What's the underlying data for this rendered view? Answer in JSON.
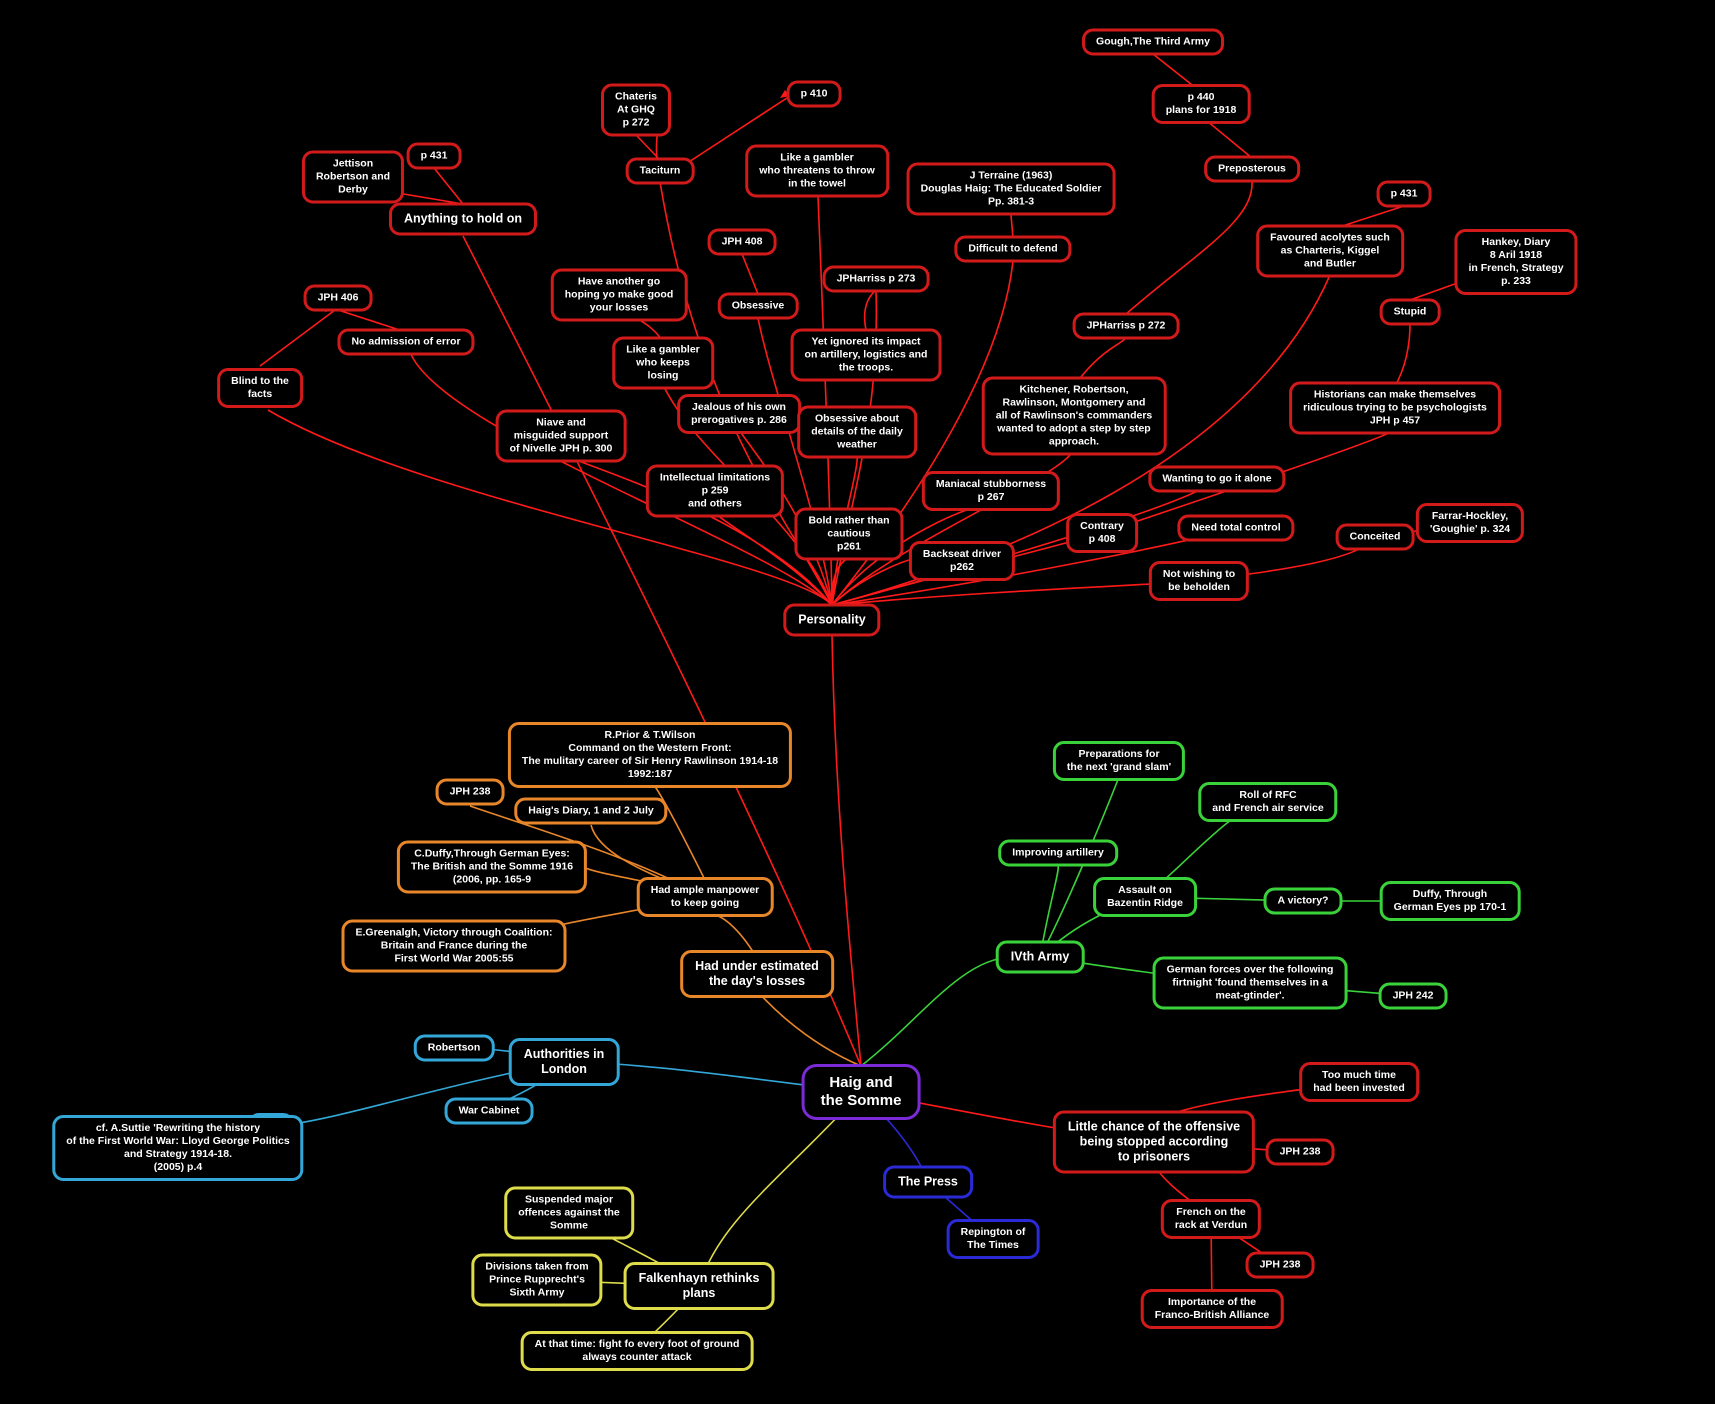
{
  "colors": {
    "red": "#d21a1a",
    "link_red": "#ff1a1a",
    "orange": "#e8862a",
    "green": "#3ad23a",
    "cyan": "#33a8d8",
    "yellow": "#dedc4a",
    "blue": "#2a2ad6",
    "purple": "#7a2ad6"
  },
  "nodes": {
    "root": "Haig and\nthe Somme",
    "personality": "Personality",
    "anything_hold": "Anything to hold on",
    "jettison": "Jettison\nRobertson and\nDerby",
    "p431_a": "p 431",
    "blind": "Blind to the\nfacts",
    "jph406": "JPH 406",
    "no_admission": "No admission of error",
    "chateris": "Chateris\nAt GHQ\np 272",
    "taciturn": "Taciturn",
    "p410": "p 410",
    "gambler_towel": "Like a gambler\nwho threatens to throw\nin the towel",
    "gough": "Gough,The Third Army",
    "p440": "p 440\nplans for 1918",
    "preposterous": "Preposterous",
    "terraine": "J Terraine (1963)\nDouglas Haig: The Educated Soldier\nPp. 381-3",
    "difficult": "Difficult to defend",
    "p431_b": "p 431",
    "favoured": "Favoured acolytes such\nas Charteris, Kiggel\nand Butler",
    "hankey": "Hankey, Diary\n8 Aril 1918\nin French, Strategy\np. 233",
    "stupid": "Stupid",
    "jph408": "JPH 408",
    "have_another": "Have another go\nhoping yo make good\nyour losses",
    "obsessive": "Obsessive",
    "jpharriss273": "JPHarriss p 273",
    "gambler_losing": "Like a gambler\nwho keeps\nlosing",
    "ignored": "Yet ignored its impact\non artillery, logistics and\nthe troops.",
    "jpharriss272": "JPHarriss p 272",
    "jealous": "Jealous of his own\nprerogatives p. 286",
    "obsessive_details": "Obsessive about\ndetails of the daily\nweather",
    "kitchener": "Kitchener, Robertson,\nRawlinson, Montgomery and\nall of Rawlinson's commanders\nwanted to adopt a step by step\napproach.",
    "historians": "Historians can make themselves\nridiculous trying to be psychologists\nJPH p 457",
    "niave": "Niave and\nmisguided support\nof Nivelle JPH p. 300",
    "intellectual": "Intellectual limitations\np 259\nand others",
    "maniacal": "Maniacal stubborness\np 267",
    "wanting_alone": "Wanting to go it alone",
    "bold": "Bold rather than\ncautious\np261",
    "contrary": "Contrary\np 408",
    "need_control": "Need total control",
    "backseat": "Backseat driver\np262",
    "conceited": "Conceited",
    "farrar": "Farrar-Hockley,\n'Goughie' p. 324",
    "not_wishing": "Not wishing to\nbe beholden",
    "prior": "R.Prior & T.Wilson\nCommand on the Western Front:\nThe mulitary career of Sir Henry Rawlinson 1914-18\n1992:187",
    "jph238_o": "JPH 238",
    "haig_diary": "Haig's Diary, 1 and 2 July",
    "duffy_o": "C.Duffy,Through German Eyes:\nThe British and the Somme 1916\n(2006, pp. 165-9",
    "manpower": "Had ample manpower\nto keep going",
    "greenalgh": "E.Greenalgh, Victory through Coalition:\nBritain and France during the\nFirst World War 2005:55",
    "underestimated": "Had under estimated\nthe day's losses",
    "preparations": "Preparations for\nthe next 'grand slam'",
    "roll_rfc": "Roll of RFC\nand French air service",
    "improving": "Improving artillery",
    "bazentin": "Assault on\nBazentin Ridge",
    "victory": "A victory?",
    "duffy_g": "Duffy, Through\nGerman Eyes pp 170-1",
    "ivth": "IVth Army",
    "german_forces": "German forces over the following\nfirtnight 'found themselves in a\nmeat-gtinder'.",
    "jph242": "JPH 242",
    "robertson": "Robertson",
    "authorities": "Authorities in\nLondon",
    "war_cabinet": "War Cabinet",
    "suttie": "cf. A.Suttie 'Rewriting the history\nof the First World War: Lloyd George Politics\nand Strategy 1914-18.\n(2005) p.4",
    "too_much": "Too much time\nhad been invested",
    "little_chance": "Little chance of the offensive\nbeing stopped according\nto prisoners",
    "jph238_r1": "JPH 238",
    "french_rack": "French on the\nrack at Verdun",
    "jph238_r2": "JPH 238",
    "importance": "Importance of the\nFranco-British Alliance",
    "press": "The Press",
    "repington": "Repington of\nThe Times",
    "suspended": "Suspended major\noffences against the\nSomme",
    "divisions": "Divisions taken from\nPrince Rupprecht's\nSixth Army",
    "falkenhayn": "Falkenhayn rethinks\nplans",
    "at_that_time": "At that time: fight fo every foot of ground\nalways counter attack"
  }
}
